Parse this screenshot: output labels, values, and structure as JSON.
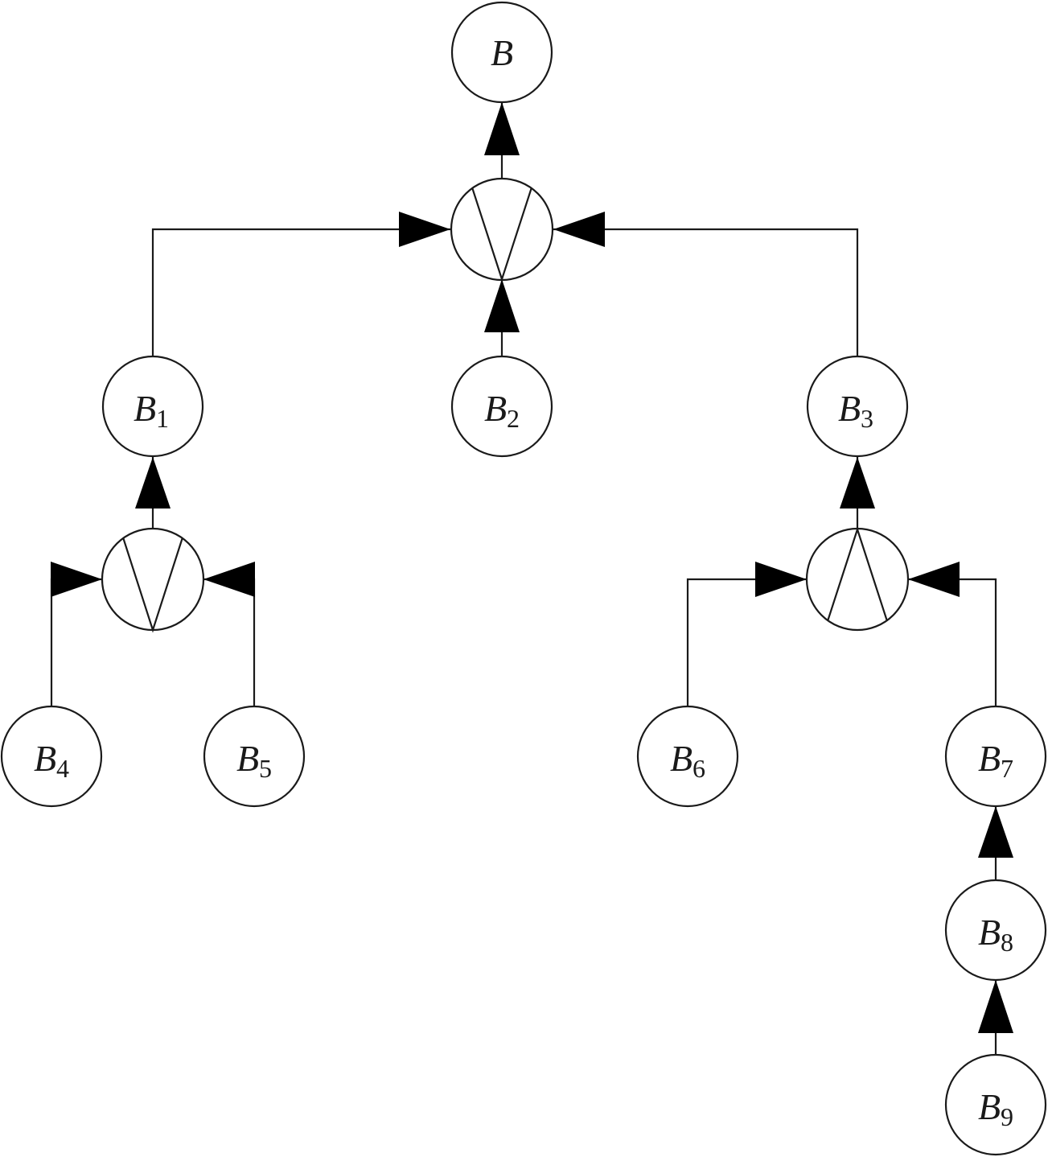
{
  "nodes": [
    {
      "id": "B",
      "letter": "B",
      "sub": ""
    },
    {
      "id": "B1",
      "letter": "B",
      "sub": "1"
    },
    {
      "id": "B2",
      "letter": "B",
      "sub": "2"
    },
    {
      "id": "B3",
      "letter": "B",
      "sub": "3"
    },
    {
      "id": "B4",
      "letter": "B",
      "sub": "4"
    },
    {
      "id": "B5",
      "letter": "B",
      "sub": "5"
    },
    {
      "id": "B6",
      "letter": "B",
      "sub": "6"
    },
    {
      "id": "B7",
      "letter": "B",
      "sub": "7"
    },
    {
      "id": "B8",
      "letter": "B",
      "sub": "8"
    },
    {
      "id": "B9",
      "letter": "B",
      "sub": "9"
    }
  ],
  "gates": [
    {
      "id": "G0",
      "type": "or"
    },
    {
      "id": "G1",
      "type": "or"
    },
    {
      "id": "G3",
      "type": "and"
    }
  ],
  "edges": [
    {
      "from": "G0",
      "to": "B"
    },
    {
      "from": "B1",
      "to": "G0"
    },
    {
      "from": "B2",
      "to": "G0"
    },
    {
      "from": "B3",
      "to": "G0"
    },
    {
      "from": "G1",
      "to": "B1"
    },
    {
      "from": "B4",
      "to": "G1"
    },
    {
      "from": "B5",
      "to": "G1"
    },
    {
      "from": "G3",
      "to": "B3"
    },
    {
      "from": "B6",
      "to": "G3"
    },
    {
      "from": "B7",
      "to": "G3"
    },
    {
      "from": "B8",
      "to": "B7"
    },
    {
      "from": "B9",
      "to": "B8"
    }
  ]
}
